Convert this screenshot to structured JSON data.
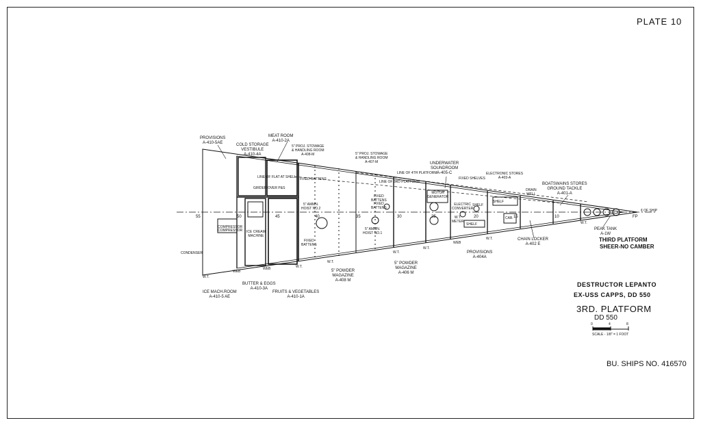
{
  "sheet": {
    "plate": "PLATE 10",
    "title_lines": [
      "DESTRUCTOR LEPANTO",
      "EX-USS CAPPS, DD 550"
    ],
    "drawing_title": "3RD. PLATFORM",
    "drawing_subtitle": "DD 550",
    "sheet_number": "BU. SHIPS NO. 416570",
    "deck_note_1": "THIRD PLATFORM",
    "deck_note_2": "SHEER-NO CAMBER",
    "scale_text": "SCALE - 1/8\" = 1 FOOT",
    "scale_ticks": [
      "0",
      "4",
      "8"
    ],
    "centerline_label": "¢ OF SHIP"
  },
  "frames": [
    "55",
    "50",
    "45",
    "40",
    "35",
    "30",
    "25",
    "20",
    "15",
    "10",
    "FP"
  ],
  "labels": {
    "provisions_top": "PROVISIONS\nA-410-5AE",
    "cold_storage": "COLD STORAGE\nVESTIBULE\nA-410-4A",
    "meat_room": "MEAT ROOM\nA-410-2A",
    "proj_stowage_408": "5\" PROJ. STOWAGE\n& HANDLING ROOM\nA-408-M",
    "proj_stowage_407": "5\" PROJ. STOWAGE\n& HANDLING ROOM\nA-407-M",
    "underwater_sound": "UNDERWATER\nSOUNDROOM\nA-405-C",
    "electronic_stores": "ELECTRONIC STORES\nA-403-A",
    "fixed_shelves": "FIXED SHELVES",
    "boatswains_stores": "BOATSWAINS STORES\nGROUND TACKLE\nA-401-A",
    "drain_well": "DRAIN\nWELL",
    "line_flat_shell": "LINE OF FLAT AT SHELL",
    "line_3rd_platform": "LINE OF 3RD PLATFORM",
    "line_4th_platform": "LINE OF 4TH PLATFORM",
    "girder": "GIRDER OVER P&S",
    "fixed_battens_1": "FIXED BATTENS",
    "fixed_battens_2": "FIXED\nBATTENS",
    "fixed_battens_3": "FIXED\nBATTENS",
    "fixed_battens_4": "FIXED\nBATTENS",
    "ammo_hoist_2": "5\" AMMN.\nHOIST NO.2",
    "ammo_hoist_1": "5\" AMMN.\nHOIST NO.1",
    "motor_generator": "MOTOR\nGENERATOR",
    "electric_converter": "ELECTRIC\nCONVERTER",
    "wit_meter": "W.T.\nMETER",
    "shelf_1": "SHELF",
    "shelf_2": "SHELF",
    "shelf_3": "SHELF",
    "cab": "CAB.",
    "compressor_1": "COMPRESSOR",
    "compressor_2": "COMPRESSOR",
    "condenser": "CONDENSER",
    "ice_cream": "ICE CREAM\nMACHINE",
    "web_1": "WEB",
    "web_2": "WEB",
    "web_3": "WEB",
    "wt_1": "W.T.",
    "wt_2": "W.T.",
    "wt_3": "W.T.",
    "wt_4": "W.T.",
    "wt_5": "W.T.",
    "wt_6": "W.T.",
    "wt_7": "W.T.",
    "powder_408": "5\" POWDER\nMAGAZINE\nA-408 M",
    "powder_406": "5\" POWDER\nMAGAZINE\nA-406 M",
    "provisions_404": "PROVISIONS\nA-404A",
    "chain_locker": "CHAIN LOCKER\nA-402 E",
    "peak_tank": "PEAK TANK\nA-1W",
    "butter_eggs": "BUTTER & EGGS\nA-410-3A",
    "fruits_veg": "FRUITS & VEGETABLES\nA-410-1A",
    "ice_mach": "ICE MACH.ROOM\nA-410-5 AE"
  },
  "colors": {
    "ink": "#111111",
    "paper": "#ffffff"
  }
}
